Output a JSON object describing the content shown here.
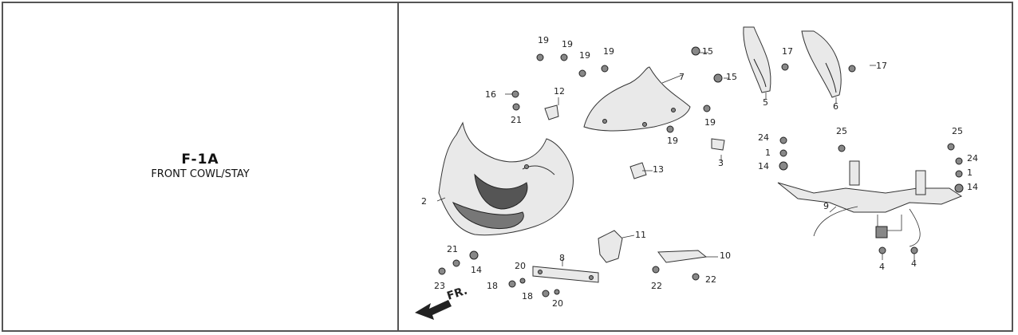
{
  "section": {
    "code": "F-1A",
    "name": "FRONT COWL/STAY"
  },
  "diagram": {
    "direction_label": "FR.",
    "callouts": {
      "c1a": "1",
      "c1b": "1",
      "c2": "2",
      "c3": "3",
      "c4a": "4",
      "c4b": "4",
      "c5": "5",
      "c6": "6",
      "c7": "7",
      "c8": "8",
      "c9": "9",
      "c10": "10",
      "c11": "11",
      "c12": "12",
      "c13": "13",
      "c14a": "14",
      "c14b": "14",
      "c14c": "14",
      "c15a": "15",
      "c15b": "15",
      "c16": "16",
      "c17a": "17",
      "c17b": "17",
      "c18a": "18",
      "c18b": "18",
      "c19a": "19",
      "c19b": "19",
      "c19c": "19",
      "c19d": "19",
      "c19e": "19",
      "c19f": "19",
      "c20a": "20",
      "c20b": "20",
      "c21a": "21",
      "c21b": "21",
      "c22a": "22",
      "c22b": "22",
      "c23": "23",
      "c24a": "24",
      "c24b": "24",
      "c25a": "25",
      "c25b": "25"
    }
  }
}
